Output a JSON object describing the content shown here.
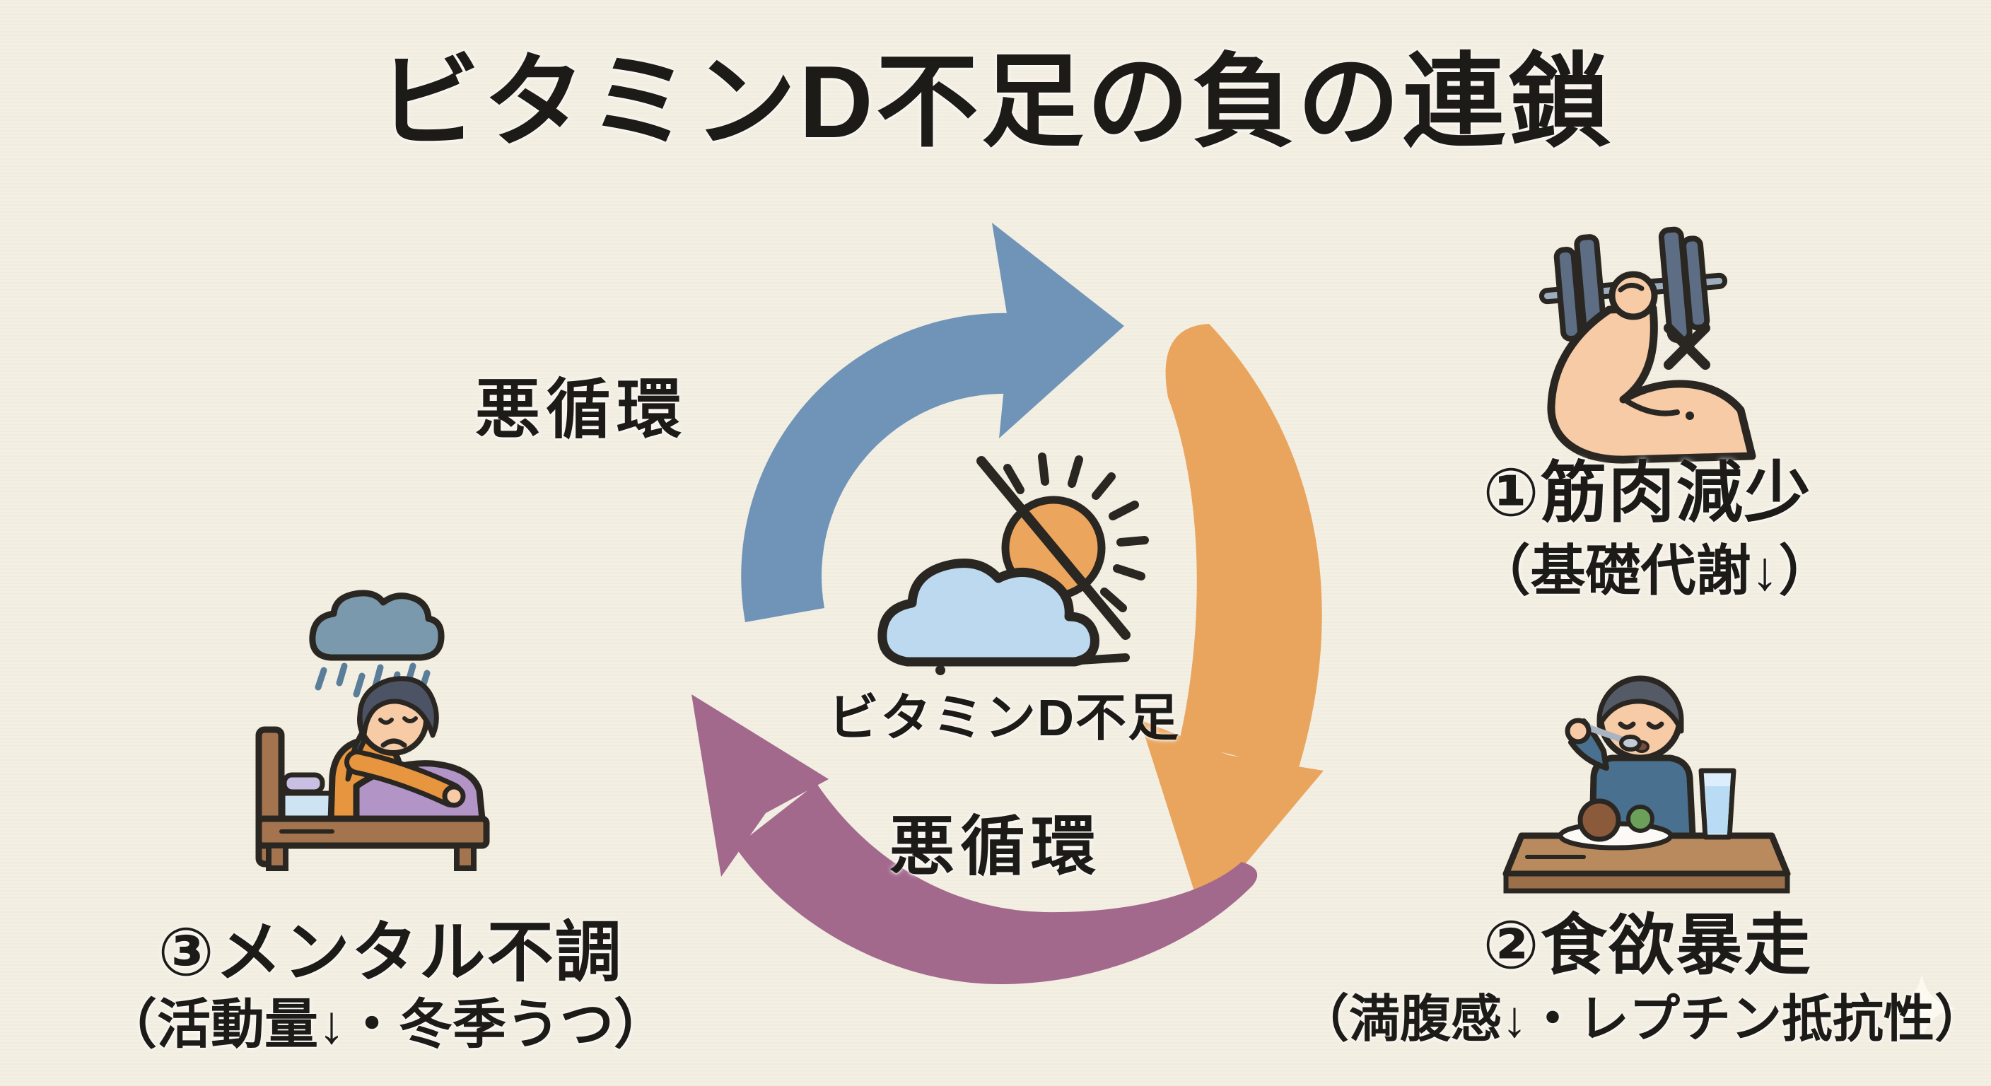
{
  "title": "ビタミンD不足の負の連鎖",
  "center": {
    "label": "ビタミンD不足",
    "icon": "sun-blocked-by-cloud"
  },
  "cycle_labels": {
    "top": "悪循環",
    "bottom": "悪循環"
  },
  "nodes": [
    {
      "title": "①筋肉減少",
      "subtitle": "（基礎代謝↓）",
      "icon": "flexed-arm-with-dumbbell-and-x"
    },
    {
      "title": "②食欲暴走",
      "subtitle": "（満腹感↓・レプチン抵抗性）",
      "icon": "person-eating-at-table"
    },
    {
      "title": "③メンタル不調",
      "subtitle": "（活動量↓・冬季うつ）",
      "icon": "sad-person-in-bed-under-rain-cloud"
    }
  ],
  "colors": {
    "background": "#f4efe3",
    "text": "#1d1b18",
    "outline": "#2a2723",
    "arrow_blue": "#6f94b8",
    "arrow_orange": "#e9a55e",
    "arrow_purple": "#a2698d",
    "sun": "#eba55d",
    "center_cloud": "#bdd9ef",
    "rain_cloud": "#7b99ad",
    "rain_drop": "#5a7d9a",
    "skin": "#f6cba6",
    "shirt": "#49718f",
    "hair_gray": "#555b66",
    "hair_woman": "#4b5364",
    "pajama": "#e8953f",
    "table_wood": "#b98a5e",
    "table_edge": "#9a6f4a",
    "bed_wood": "#a3744e",
    "blanket": "#b294c7",
    "pillow": "#c9bfe2",
    "sheet": "#cfe4f2",
    "dumbbell": "#5d6e84",
    "dumbbell_bar": "#9dadbe",
    "meat": "#8a5a3a",
    "broccoli": "#6aa05a",
    "plate": "#fbfaf6",
    "glass": "#dceefb",
    "water": "#b9dcf4",
    "sparkle": "#fcf9f0"
  }
}
